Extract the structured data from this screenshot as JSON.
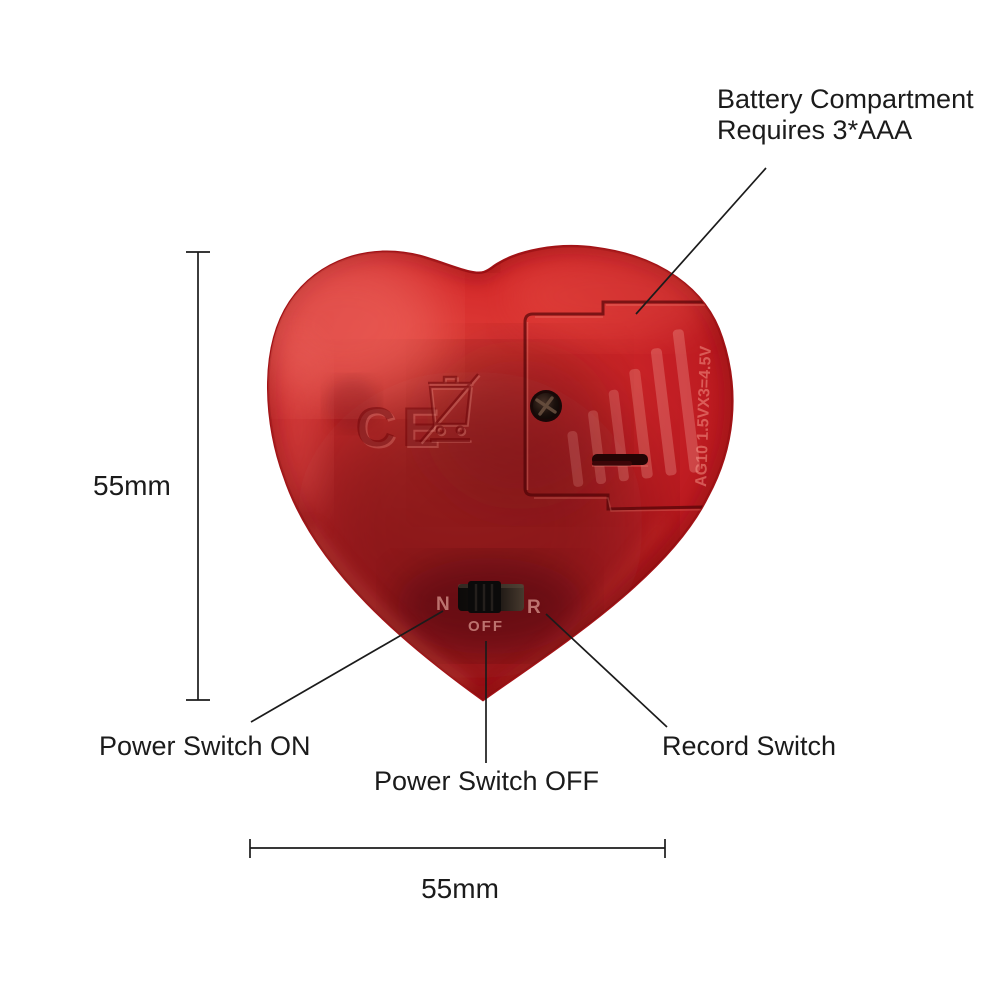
{
  "annotations": {
    "battery": {
      "line1": "Battery Compartment",
      "line2": "Requires 3*AAA"
    },
    "power_on": "Power Switch ON",
    "power_off": "Power Switch OFF",
    "record": "Record Switch",
    "dim_height": "55mm",
    "dim_width": "55mm"
  },
  "device_markings": {
    "ce": "CE",
    "battery_spec": "AG10 1.5VX3=4.5V",
    "switch_on": "N",
    "switch_record": "R",
    "switch_off": "OFF"
  },
  "colors": {
    "body_red": "#cd2127",
    "body_highlight": "#ef6e62",
    "body_shadow": "#5c0f13",
    "switch_black": "#0b0a0a",
    "annotation_ink": "#1b1b1b"
  }
}
